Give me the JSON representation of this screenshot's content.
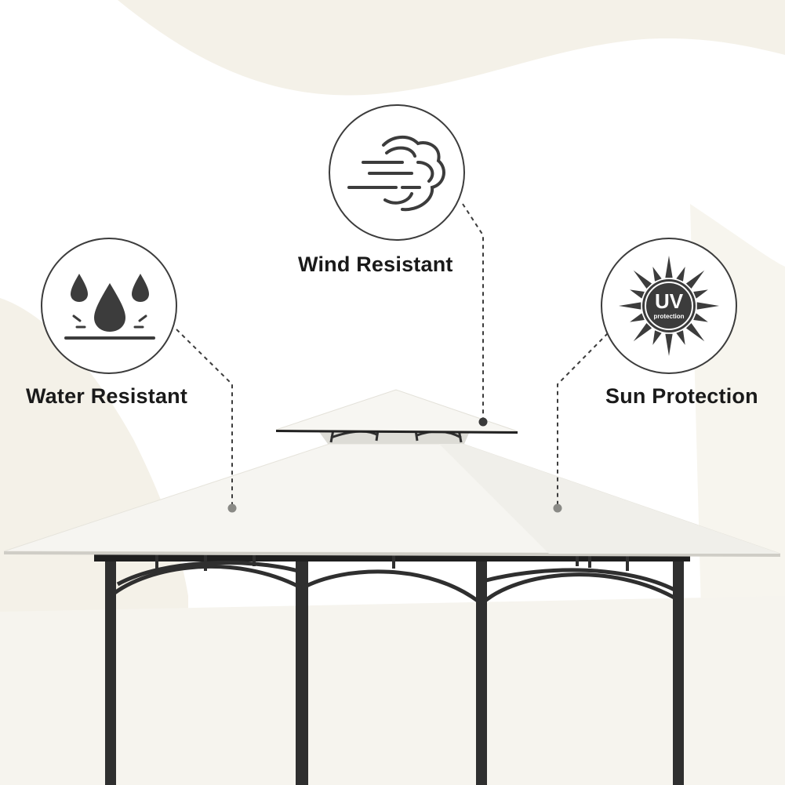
{
  "features": {
    "wind": {
      "label": "Wind Resistant",
      "icon": "wind-icon"
    },
    "water": {
      "label": "Water Resistant",
      "icon": "water-drops-icon"
    },
    "sun": {
      "label": "Sun Protection",
      "icon": "uv-sun-icon",
      "badge_text": "UV",
      "badge_subtext": "protection"
    }
  },
  "colors": {
    "background": "#fbfaf6",
    "accent_beige": "#f3f0e7",
    "canopy": "#f5f4f0",
    "frame": "#2b2b2b",
    "icon": "#3c3c3c"
  }
}
